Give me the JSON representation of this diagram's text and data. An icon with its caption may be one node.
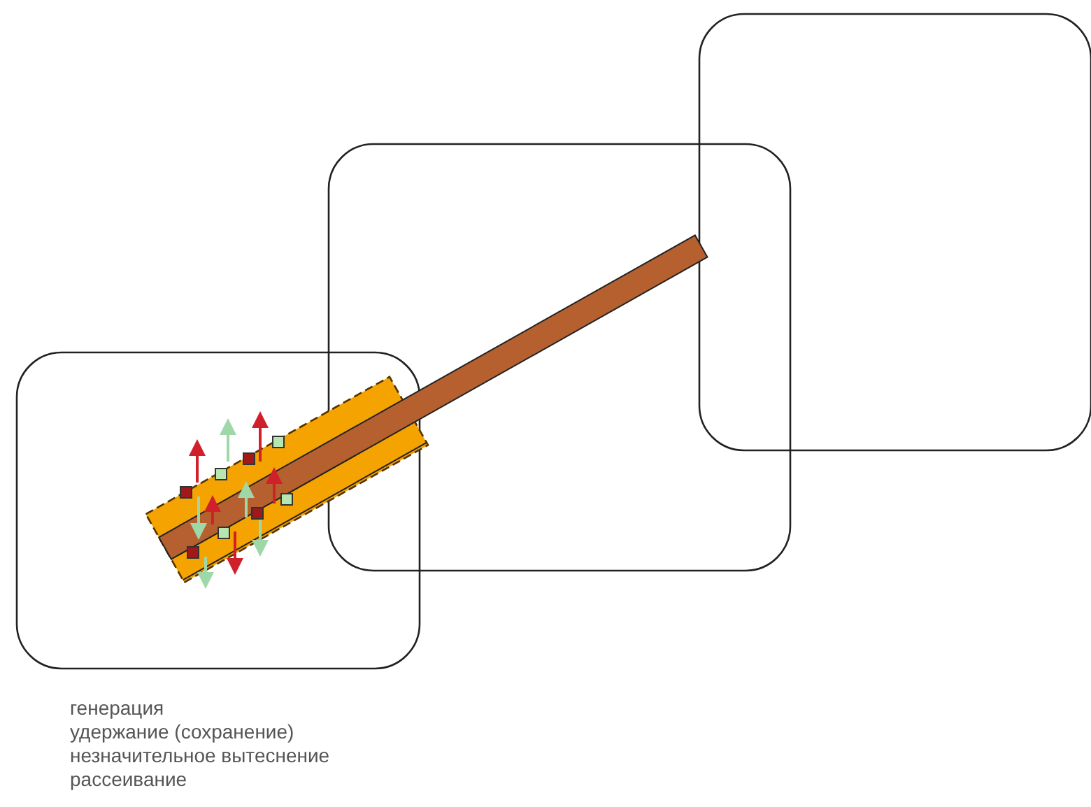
{
  "diagram": {
    "labels": [
      "генерация",
      "удержание (сохранение)",
      "незначительное вытеснение",
      "рассеивание"
    ]
  }
}
